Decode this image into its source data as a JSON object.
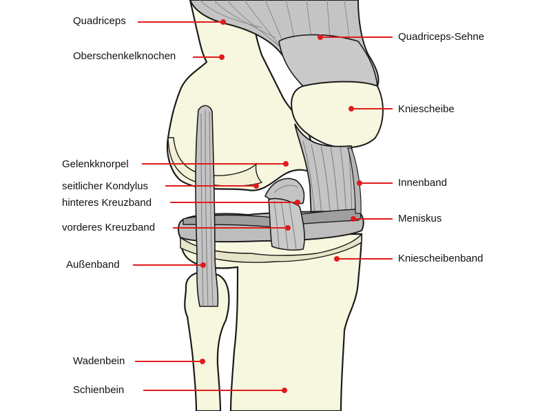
{
  "colors": {
    "bone": "#f7f6de",
    "bone_stroke": "#1a1a1a",
    "ligament": "#c4c4c4",
    "ligament_dark": "#9a9a9a",
    "leader": "#e01b1b",
    "dot": "#e01b1b",
    "text": "#111111"
  },
  "labels": {
    "left": [
      {
        "id": "quadriceps",
        "text": "Quadriceps"
      },
      {
        "id": "oberschenkelknochen",
        "text": "Oberschenkelknochen"
      },
      {
        "id": "gelenkknorpel",
        "text": "Gelenkknorpel"
      },
      {
        "id": "seitlicher_kondylus",
        "text": "seitlicher Kondylus"
      },
      {
        "id": "hinteres_kreuzband",
        "text": "hinteres Kreuzband"
      },
      {
        "id": "vorderes_kreuzband",
        "text": "vorderes Kreuzband"
      },
      {
        "id": "aussenband",
        "text": "Außenband"
      },
      {
        "id": "wadenbein",
        "text": "Wadenbein"
      },
      {
        "id": "schienbein",
        "text": "Schienbein"
      }
    ],
    "right": [
      {
        "id": "quadriceps_sehne",
        "text": "Quadriceps-Sehne"
      },
      {
        "id": "kniescheibe",
        "text": "Kniescheibe"
      },
      {
        "id": "innenband",
        "text": "Innenband"
      },
      {
        "id": "meniskus",
        "text": "Meniskus"
      },
      {
        "id": "kniescheibenband",
        "text": "Kniescheibenband"
      }
    ]
  }
}
